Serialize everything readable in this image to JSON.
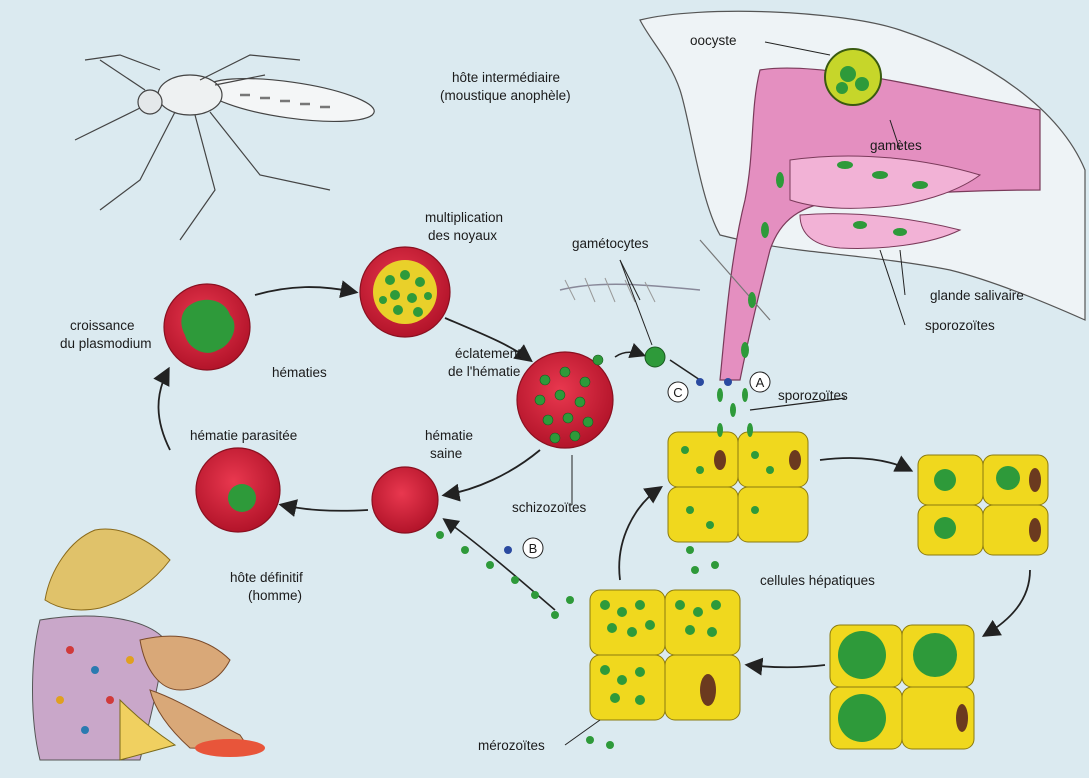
{
  "diagram": {
    "colors": {
      "background": "#dbeaf0",
      "red_cell": "#d61f3a",
      "parasite": "#2e9a3a",
      "liver_cell": "#f0d81e",
      "nucleus": "#6b3a1f",
      "mosquito_gland": "#e48fc0"
    },
    "labels": {
      "oocyste": "oocyste",
      "hote_intermediaire_1": "hôte intermédiaire",
      "hote_intermediaire_2": "(moustique anophèle)",
      "gametes": "gamètes",
      "multiplication_1": "multiplication",
      "multiplication_2": "des noyaux",
      "gametocytes": "gamétocytes",
      "glande_salivaire": "glande salivaire",
      "sporozoites_top": "sporozoïtes",
      "croissance_1": "croissance",
      "croissance_2": "du plasmodium",
      "hematies": "hématies",
      "eclatement_1": "éclatement",
      "eclatement_2": "de l'hématie",
      "sporozoites_mid": "sporozoïtes",
      "hematie_parasitee": "hématie parasitée",
      "hematie_saine_1": "hématie",
      "hematie_saine_2": "saine",
      "schizozoites": "schizozoïtes",
      "hote_definitif_1": "hôte définitif",
      "hote_definitif_2": "(homme)",
      "cellules_hepatiques": "cellules hépatiques",
      "merozoites": "mérozoïtes",
      "marker_a": "A",
      "marker_b": "B",
      "marker_c": "C"
    },
    "icons": [
      "mosquito-icon",
      "man-sitting-icon",
      "mosquito-head-icon"
    ]
  }
}
